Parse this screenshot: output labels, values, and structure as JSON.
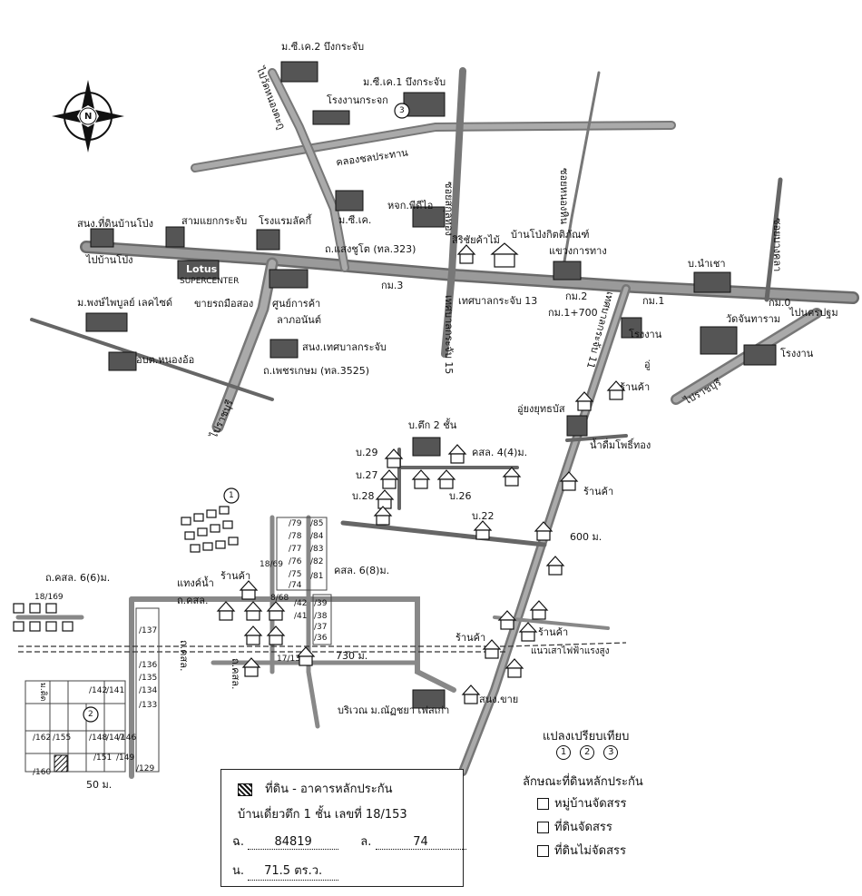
{
  "compass_label": "N",
  "places": {
    "mc_k2": "ม.ซี.เค.2 บึงกระจับ",
    "mc_k1": "ม.ซี.เค.1 บึงกระจับ",
    "glass_factory": "โรงงานกระจก",
    "circle3": "3",
    "khlong": "คลองชลประทาน",
    "pai_nong_tak": "ไปวัดหนองตะกู",
    "sanong_pong": "สนง.ที่ดินบ้านโป่ง",
    "pai_banpong": "ไปบ้านโป่ง",
    "samyaek": "สามแยกกระจับ",
    "hotel": "โรงแรมลัคกี้",
    "mck": "ม.ซี.เค.",
    "hjk": "หจก.พีดีไอ",
    "lotus": "Lotus",
    "lotus_sub": "SUPERCENTER",
    "road_saengchuto": "ถ.แสงชูโต (ทล.323)",
    "km3": "กม.3",
    "mart": "ขายรถมือสอง",
    "shopping": "ศูนย์การค้า",
    "lanonon": "ลาภอนันต์",
    "pongpai": "ม.พงษ์ไพบูลย์ เลคไซด์",
    "sanong_tesaban": "สนง.เทศบาลกระจับ",
    "school_nongor": "อบต.หนองอ้อ",
    "road_petkasem": "ถ.เพชรเกษม (ทล.3525)",
    "pai_ratchaburi1": "ไปราชบุรี",
    "siri": "สิริชัยค้าไม้",
    "banpong_museum": "บ้านโป่งกิตติภัณฑ์",
    "khwaeng": "แขวงการทาง",
    "tesaban13": "เทศบาลกระจับ 13",
    "tesaban15": "เทศบาลกระจับ 15",
    "tesaban11": "เทศบาลกระจับ 11",
    "soi_sakon": "ซอยสกุลทอง",
    "soi_nonghin": "ซอยหนองหิน",
    "km2": "กม.2",
    "km1_700": "กม.1+700",
    "km1": "กม.1",
    "km0": "กม.0",
    "ban_namchao": "บ.นำเชา",
    "soi_bangkadan": "ซอยบางคลา",
    "pai_nakhonpathom": "ไปนครปฐม",
    "wat_chan": "วัดจันทาราม",
    "rong_ngan1": "โรงงาน",
    "rong_ngan2": "โรงงาน",
    "pai_ratchaburi2": "ไปราชบุรี",
    "ar_u": "อู่",
    "raan_kha1": "ร้านค้า",
    "u_yutthanat": "อู่ยงยุทธบัส",
    "ban_tuk2": "บ.ตึก 2 ชั้น",
    "b29": "บ.29",
    "b27": "บ.27",
    "b28": "บ.28",
    "b26": "บ.26",
    "b22": "บ.22",
    "kho4": "คสล. 4(4)ม.",
    "nam_dum": "น้ำดื่มโพธิ์ทอง",
    "raan_kha2": "ร้านค้า",
    "d600": "600 ม.",
    "circle1": "1",
    "hang_nam": "แทงค์น้ำ",
    "raan_kha3": "ร้านค้า",
    "kho6_8": "คสล. 6(8)ม.",
    "kho6_6": "ถ.คสล. 6(6)ม.",
    "p18_169": "18/169",
    "p18_69": "18/69",
    "p8_68": "8/68",
    "p17_13": "17/13",
    "d730": "730 ม.",
    "rd_kosol1": "ถ.คสล.",
    "rd_kosol2": "ถ.คสล.",
    "rd_kosol3": "ถ.คสล.",
    "raan_kha4": "ร้านค้า",
    "raan_kha5": "ร้านค้า",
    "power_line": "แนวเสาไฟฟ้าแรงสูง",
    "sanong_khai": "สนง.ขาย",
    "bariwen": "บริเวณ ม.ณัฏชยา เฟสเก่า",
    "circle2": "2",
    "d50": "50 ม.",
    "kho_ng": "ม.ติด"
  },
  "plots_top": [
    "/79",
    "/85",
    "/78",
    "/84",
    "/77",
    "/83",
    "/76",
    "/82",
    "/75",
    "/81",
    "/74"
  ],
  "plots_mid": [
    "/42",
    "/39",
    "/41",
    "/38",
    "/37",
    "/36"
  ],
  "plots_left": [
    "/137",
    "/136",
    "/135",
    "/134",
    "/133",
    "/142",
    "/141",
    "/162",
    "/155",
    "/148",
    "/147",
    "/146",
    "/160",
    "/151",
    "/149",
    "/129"
  ],
  "legend": {
    "title": "ที่ดิน - อาคารหลักประกัน",
    "desc": "บ้านเดี่ยวตึก 1 ชั้น เลขที่ 18/153",
    "chanod_label": "ฉ.",
    "chanod_value": "84819",
    "lot_label": "ล.",
    "lot_value": "74",
    "area_label": "น.",
    "area_value": "71.5 ตร.ว."
  },
  "key": {
    "title": "แปลงเปรียบเทียบ",
    "circles": [
      "1",
      "2",
      "3"
    ],
    "subtitle": "ลักษณะที่ดินหลักประกัน",
    "items": [
      "หมู่บ้านจัดสรร",
      "ที่ดินจัดสรร",
      "ที่ดินไม่จัดสรร"
    ]
  }
}
